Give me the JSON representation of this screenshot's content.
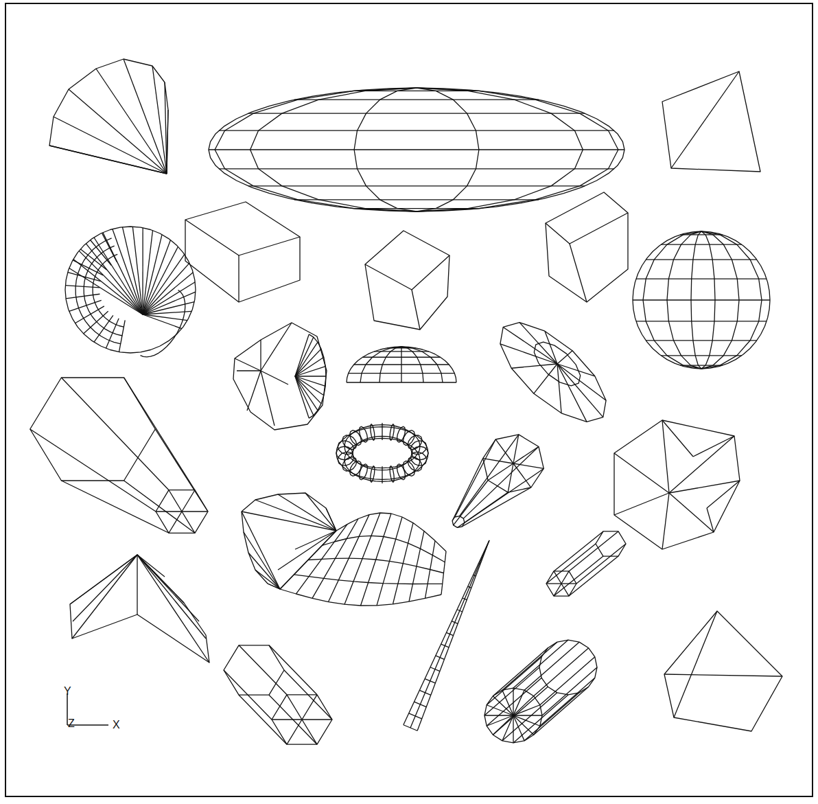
{
  "diagram": {
    "labels": [
      "Y",
      "Z",
      "X"
    ]
  }
}
